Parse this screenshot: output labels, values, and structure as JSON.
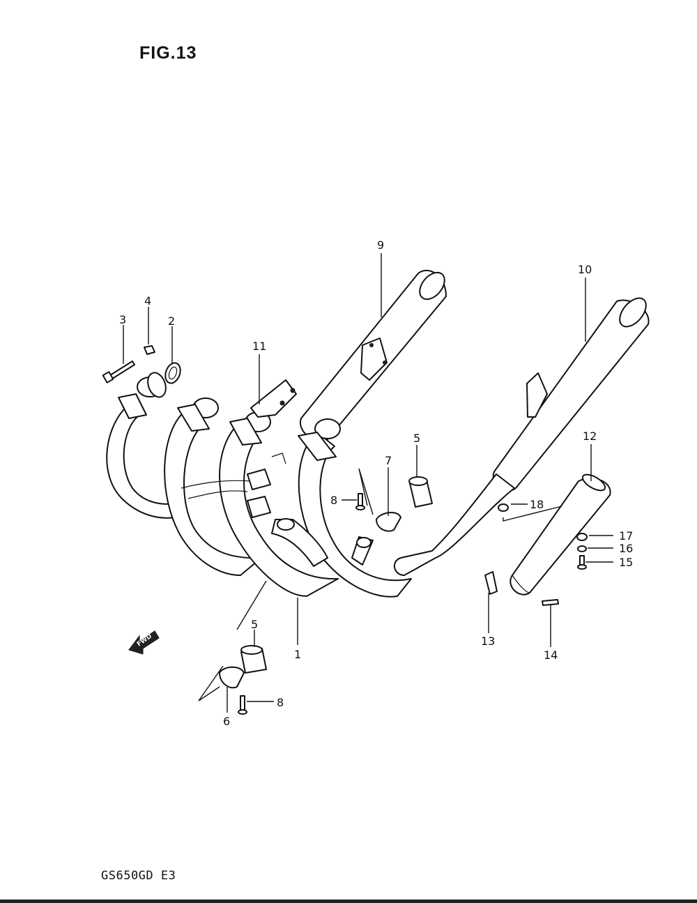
{
  "figure": {
    "title": "FIG.13"
  },
  "footer": {
    "model_code": "GS650GD E3"
  },
  "direction_marker": {
    "label": "FWD",
    "icon": "fwd-arrow-icon"
  },
  "callouts": [
    {
      "id": "1",
      "label": "1"
    },
    {
      "id": "2",
      "label": "2"
    },
    {
      "id": "3",
      "label": "3"
    },
    {
      "id": "4",
      "label": "4"
    },
    {
      "id": "5a",
      "label": "5"
    },
    {
      "id": "5b",
      "label": "5"
    },
    {
      "id": "6",
      "label": "6"
    },
    {
      "id": "7",
      "label": "7"
    },
    {
      "id": "8a",
      "label": "8"
    },
    {
      "id": "8b",
      "label": "8"
    },
    {
      "id": "9",
      "label": "9"
    },
    {
      "id": "10",
      "label": "10"
    },
    {
      "id": "11",
      "label": "11"
    },
    {
      "id": "12",
      "label": "12"
    },
    {
      "id": "13",
      "label": "13"
    },
    {
      "id": "14",
      "label": "14"
    },
    {
      "id": "15",
      "label": "15"
    },
    {
      "id": "16",
      "label": "16"
    },
    {
      "id": "17",
      "label": "17"
    },
    {
      "id": "18",
      "label": "18"
    }
  ]
}
